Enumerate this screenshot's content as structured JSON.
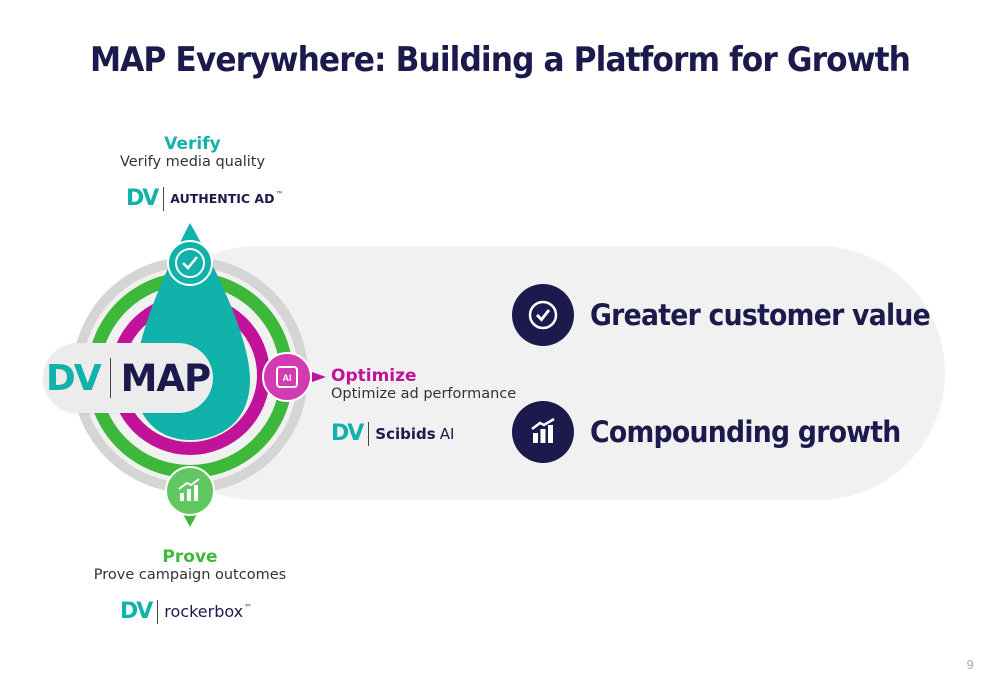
{
  "title": "MAP Everywhere: Building a Platform for Growth",
  "center_logo": {
    "brand": "DV",
    "label": "MAP"
  },
  "stages": {
    "verify": {
      "name": "Verify",
      "description": "Verify media quality",
      "brand": "DV",
      "product": "AUTHENTIC AD",
      "product_mark": "™"
    },
    "optimize": {
      "name": "Optimize",
      "description": "Optimize ad performance",
      "brand": "DV",
      "product_bold": "Scibids",
      "product_suffix": "AI",
      "icon_text": "AI"
    },
    "prove": {
      "name": "Prove",
      "description": "Prove campaign outcomes",
      "brand": "DV",
      "product": "rockerbox",
      "product_mark": "™"
    }
  },
  "benefits": [
    {
      "icon": "check-icon",
      "label": "Greater customer value"
    },
    {
      "icon": "growth-chart-icon",
      "label": "Compounding growth"
    }
  ],
  "colors": {
    "navy": "#1c1a4d",
    "teal": "#10b2aa",
    "magenta": "#c0139a",
    "green": "#3db83a",
    "light_gray": "#f1f1f1"
  },
  "page_number": "9"
}
